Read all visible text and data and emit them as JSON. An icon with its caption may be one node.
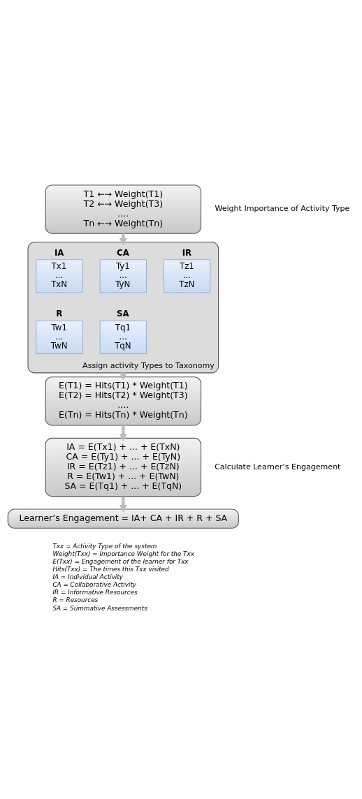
{
  "diagram": {
    "nodes": [
      {
        "text": [
          "T1 ←→ Weight(T1)",
          "T2 ←→ Weight(T3)",
          "....",
          "Tn ←→ Weight(Tn)"
        ],
        "beside": [
          "Weight Importance of Activity Type"
        ]
      },
      {
        "text": [],
        "shape": "box",
        "beside": [
          "Assign activity Types to Taxonomy"
        ]
      },
      {
        "text": [
          "IA",
          "Tx1",
          "...",
          "TxN"
        ],
        "in": 1
      },
      {
        "text": [
          "CA",
          "Ty1",
          "...",
          "TyN"
        ],
        "in": 1
      },
      {
        "text": [
          "IR",
          "Tz1",
          "...",
          "TzN"
        ],
        "in": 1
      },
      {
        "text": [
          "R",
          "Tw1",
          "...",
          "TwN"
        ],
        "in": 1
      },
      {
        "text": [
          "SA",
          "Tq1",
          "...",
          "TqN"
        ],
        "in": 1
      },
      {
        "text": [
          "E(T1) = Hits(T1) * Weight(T1)",
          "E(T2) = Hits(T2) * Weight(T3)",
          "....",
          "E(Tn) = Hits(Tn) * Weight(Tn)"
        ]
      },
      {
        "text": [
          "IA = E(Tx1) + ... + E(TxN)",
          "CA = E(Ty1) + ... + E(TyN)",
          "IR = E(Tz1) + ... + E(TzN)",
          "R = E(Tw1) + ... + E(TwN)",
          "SA = E(Tq1) + ... + E(TqN)"
        ]
      },
      {
        "text": [
          "Learner’s Engagement = IA+ CA + IR + R + SA"
        ]
      }
    ],
    "edges": [
      {
        "from": 0,
        "to": 1,
        "arrow": "to"
      },
      {
        "from": 1,
        "to": 7,
        "arrow": "to"
      },
      {
        "from": 7,
        "to": 8,
        "arrow": "to"
      },
      {
        "from": 8,
        "to": 9,
        "arrow": "to"
      }
    ],
    "labels": [
      "Calculate Learner’s Engagement",
      "Txx = Activity Type of the system",
      "Weight(Txx) = Importance Weight for the Txx",
      "E(Txx) = Engagement of the learner for Txx",
      "Hits(Txx) = The times this Txx visited",
      "IA = Individual Activity",
      "CA = Collaborative Activity",
      "IR = Informative Resources",
      "R = Resources",
      "SA = Summative Assessments"
    ]
  }
}
